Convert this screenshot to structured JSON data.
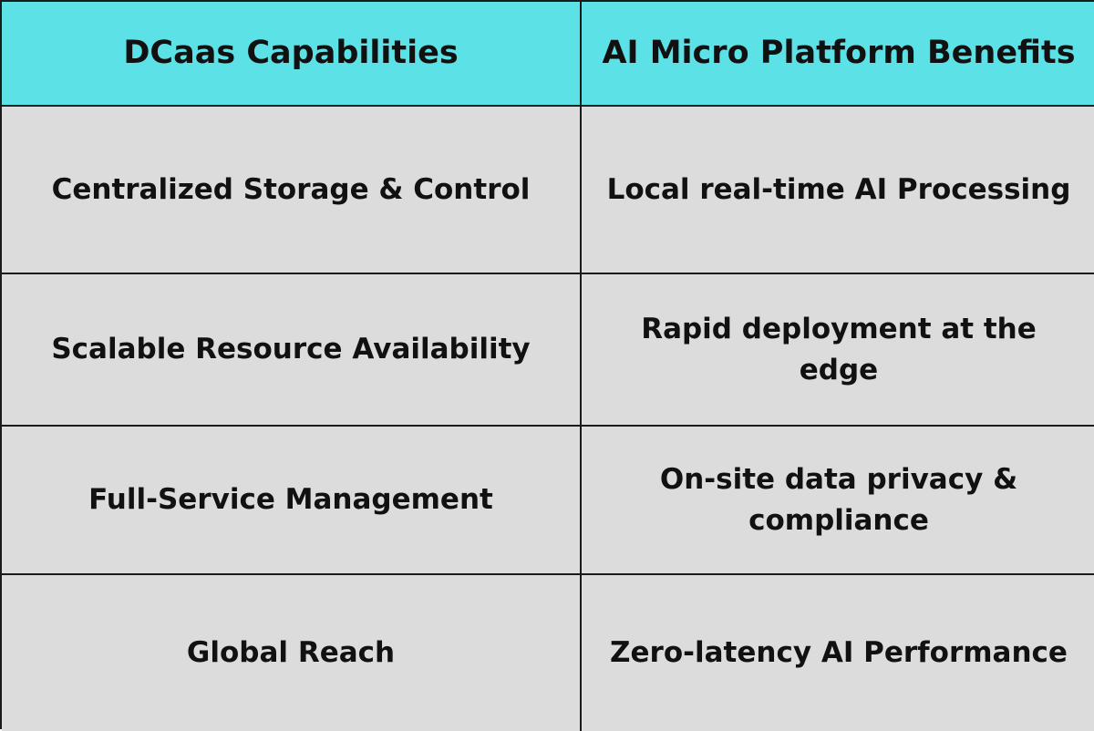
{
  "colors": {
    "header_bg": "#5ce1e6",
    "cell_bg": "#dcdcdc",
    "border": "#1a1a1a",
    "text": "#111111"
  },
  "table": {
    "headers": [
      "DCaas Capabilities",
      "AI Micro Platform Benefits"
    ],
    "rows": [
      [
        "Centralized Storage & Control",
        "Local real-time AI Processing"
      ],
      [
        "Scalable Resource Availability",
        "Rapid deployment at the edge"
      ],
      [
        "Full-Service Management",
        "On-site data privacy & compliance"
      ],
      [
        "Global Reach",
        "Zero-latency AI Performance"
      ]
    ]
  }
}
